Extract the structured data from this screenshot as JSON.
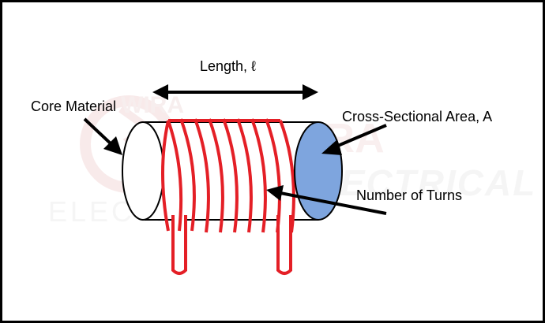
{
  "labels": {
    "length": "Length, ℓ",
    "core_material": "Core Material",
    "cross_sectional_area": "Cross-Sectional Area, A",
    "number_of_turns": "Number of Turns"
  },
  "watermark": {
    "logo_text_1": "WIRA",
    "logo_text_2": "ELECTRICAL"
  },
  "colors": {
    "coil": "#e41f26",
    "core_face": "#7ea5de",
    "outline": "#000000",
    "watermark": "#f4e3e3"
  }
}
